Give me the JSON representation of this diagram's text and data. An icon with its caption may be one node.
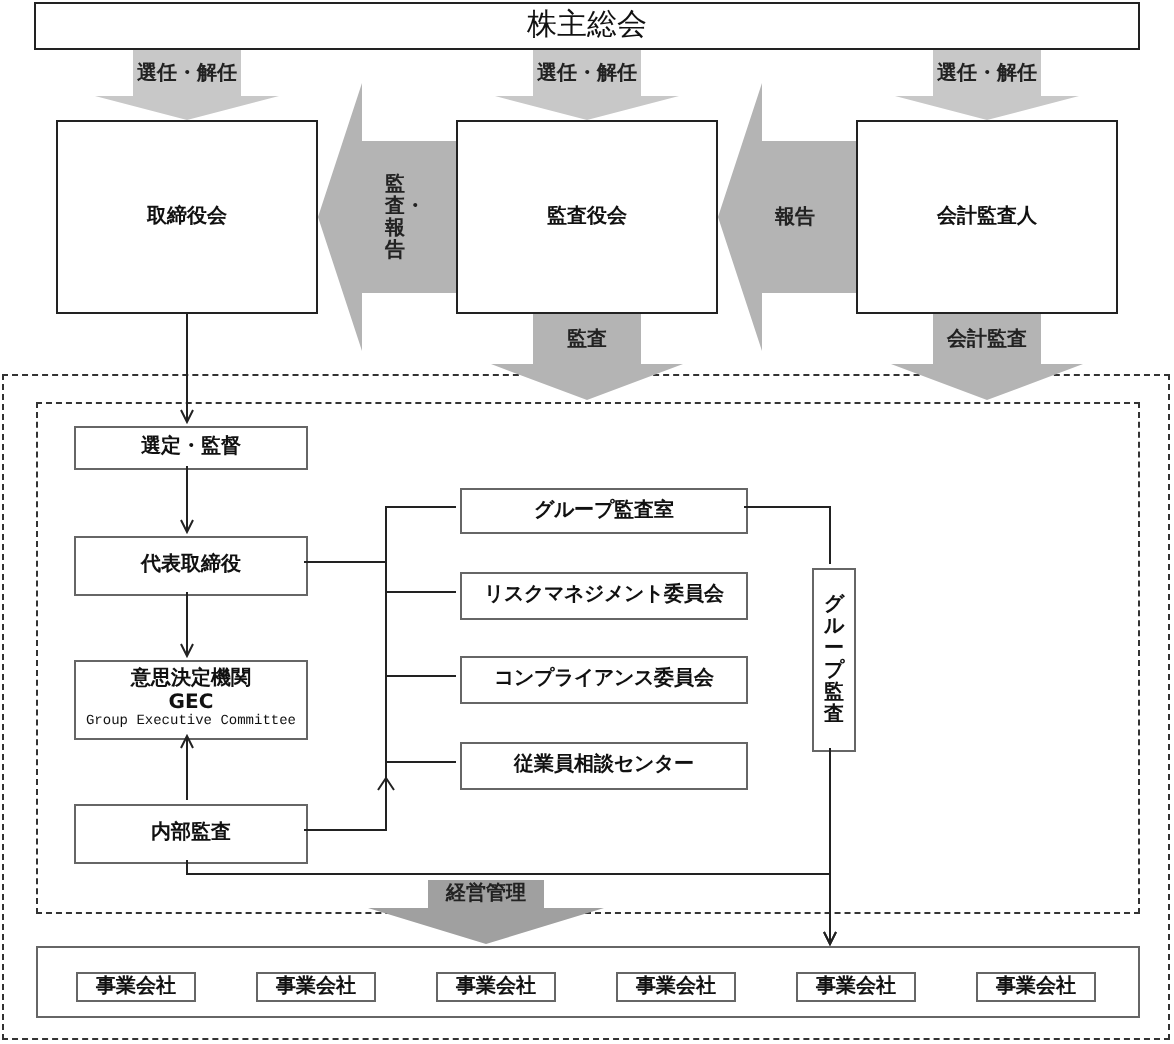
{
  "diagram": {
    "nodes": [
      {
        "text": [
          "株主総会"
        ]
      },
      {
        "text": [
          "取締役会"
        ]
      },
      {
        "text": [
          "監査役会"
        ]
      },
      {
        "text": [
          "会計監査人"
        ]
      },
      {
        "text": [],
        "shape": "box"
      },
      {
        "text": [],
        "shape": "box",
        "in": 4
      },
      {
        "text": [
          "選定・監督"
        ],
        "in": 5
      },
      {
        "text": [
          "代表取締役"
        ],
        "in": 5
      },
      {
        "text": [
          "意思決定機関",
          "GEC",
          "Group Executive Committee"
        ],
        "in": 5
      },
      {
        "text": [
          "内部監査"
        ],
        "in": 5
      },
      {
        "text": [
          "グループ監査室"
        ],
        "in": 5
      },
      {
        "text": [
          "リスクマネジメント委員会"
        ],
        "in": 5
      },
      {
        "text": [
          "コンプライアンス委員会"
        ],
        "in": 5
      },
      {
        "text": [
          "従業員相談センター"
        ],
        "in": 5
      },
      {
        "text": [
          "グループ監査"
        ],
        "in": 5
      },
      {
        "text": [],
        "shape": "box",
        "in": 4
      },
      {
        "text": [
          "事業会社"
        ],
        "in": 15
      },
      {
        "text": [
          "事業会社"
        ],
        "in": 15
      },
      {
        "text": [
          "事業会社"
        ],
        "in": 15
      },
      {
        "text": [
          "事業会社"
        ],
        "in": 15
      },
      {
        "text": [
          "事業会社"
        ],
        "in": 15
      },
      {
        "text": [
          "事業会社"
        ],
        "in": 15
      }
    ],
    "edges": [
      {
        "from": 0,
        "to": 1,
        "arrow": "to",
        "label": "選任・解任",
        "style": "thick",
        "color": "#c8c8c8"
      },
      {
        "from": 0,
        "to": 2,
        "arrow": "to",
        "label": "選任・解任",
        "style": "thick",
        "color": "#c8c8c8"
      },
      {
        "from": 0,
        "to": 3,
        "arrow": "to",
        "label": "選任・解任",
        "style": "thick",
        "color": "#c8c8c8"
      },
      {
        "from": 2,
        "to": 1,
        "arrow": "to",
        "label": "監査・報告",
        "style": "thick",
        "color": "#b4b4b4"
      },
      {
        "from": 3,
        "to": 2,
        "arrow": "to",
        "label": "報告",
        "style": "thick",
        "color": "#b4b4b4"
      },
      {
        "from": 2,
        "to": 5,
        "arrow": "to",
        "label": "監査",
        "style": "thick",
        "color": "#b4b4b4"
      },
      {
        "from": 3,
        "to": 5,
        "arrow": "to",
        "label": "会計監査",
        "style": "thick",
        "color": "#b4b4b4"
      },
      {
        "from": 5,
        "to": 15,
        "arrow": "to",
        "label": "経営管理",
        "style": "thick",
        "color": "#a0a0a0"
      },
      {
        "from": 1,
        "to": 6,
        "arrow": "to"
      },
      {
        "from": 6,
        "to": 7,
        "arrow": "to"
      },
      {
        "from": 7,
        "to": 8,
        "arrow": "to"
      },
      {
        "from": 9,
        "to": 8,
        "arrow": "to"
      },
      {
        "from": 7,
        "to": 10,
        "arrow": "none"
      },
      {
        "from": 7,
        "to": 11,
        "arrow": "none"
      },
      {
        "from": 7,
        "to": 12,
        "arrow": "none"
      },
      {
        "from": 7,
        "to": 13,
        "arrow": "none"
      },
      {
        "from": 9,
        "to": 7,
        "arrow": "to"
      },
      {
        "from": 10,
        "to": 14,
        "arrow": "none"
      },
      {
        "from": 14,
        "to": 15,
        "arrow": "to"
      },
      {
        "from": 9,
        "to": 15,
        "arrow": "to"
      }
    ]
  }
}
